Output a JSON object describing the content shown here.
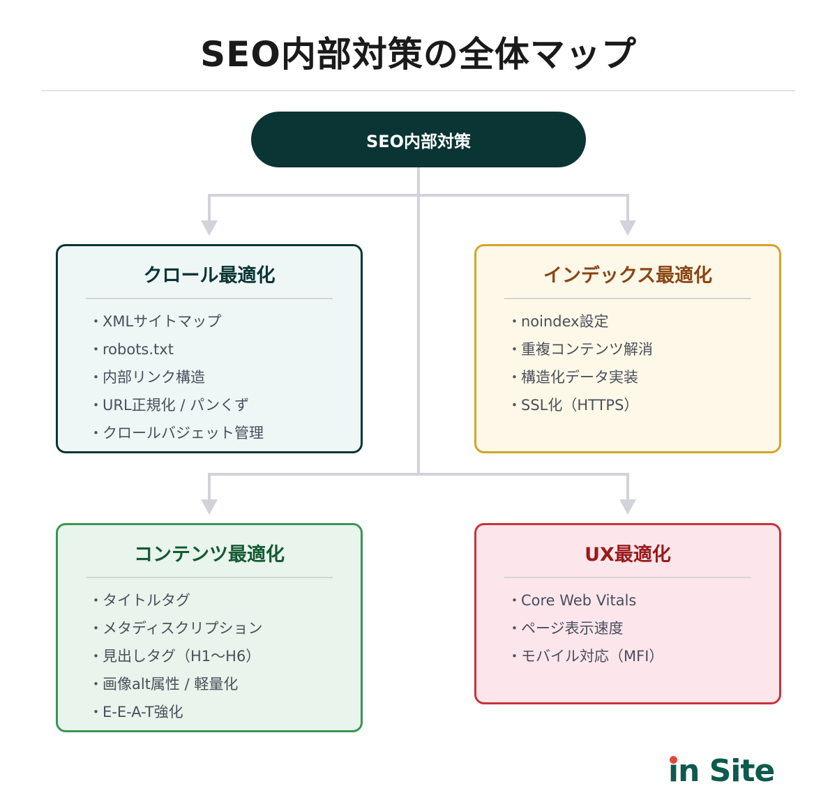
{
  "title": "SEO内部対策の全体マップ",
  "root": {
    "label": "SEO内部対策",
    "color": "#0b3434"
  },
  "boxes": [
    {
      "title": "クロール最適化",
      "border_color": "#0b3434",
      "bg_color": "#eef6f6",
      "title_color": "#0b3434",
      "items": [
        "XMLサイトマップ",
        "robots.txt",
        "内部リンク構造",
        "URL正規化 / パンくず",
        "クロールバジェット管理"
      ]
    },
    {
      "title": "インデックス最適化",
      "border_color": "#d4a32a",
      "bg_color": "#fef8e8",
      "title_color": "#8a4512",
      "items": [
        "noindex設定",
        "重複コンテンツ解消",
        "構造化データ実装",
        "SSL化（HTTPS）"
      ]
    },
    {
      "title": "コンテンツ最適化",
      "border_color": "#3a9455",
      "bg_color": "#e8f4ec",
      "title_color": "#135a33",
      "items": [
        "タイトルタグ",
        "メタディスクリプション",
        "見出しタグ（H1〜H6）",
        "画像alt属性 / 軽量化",
        "E-E-A-T強化"
      ]
    },
    {
      "title": "UX最適化",
      "border_color": "#c9323a",
      "bg_color": "#fce6ec",
      "title_color": "#9a1a1a",
      "items": [
        "Core Web Vitals",
        "ページ表示速度",
        "モバイル対応（MFI）"
      ]
    }
  ],
  "bullet": "・",
  "logo": {
    "text_i": "i",
    "text_rest": "n Site"
  },
  "connector_color": "#d2d3da"
}
